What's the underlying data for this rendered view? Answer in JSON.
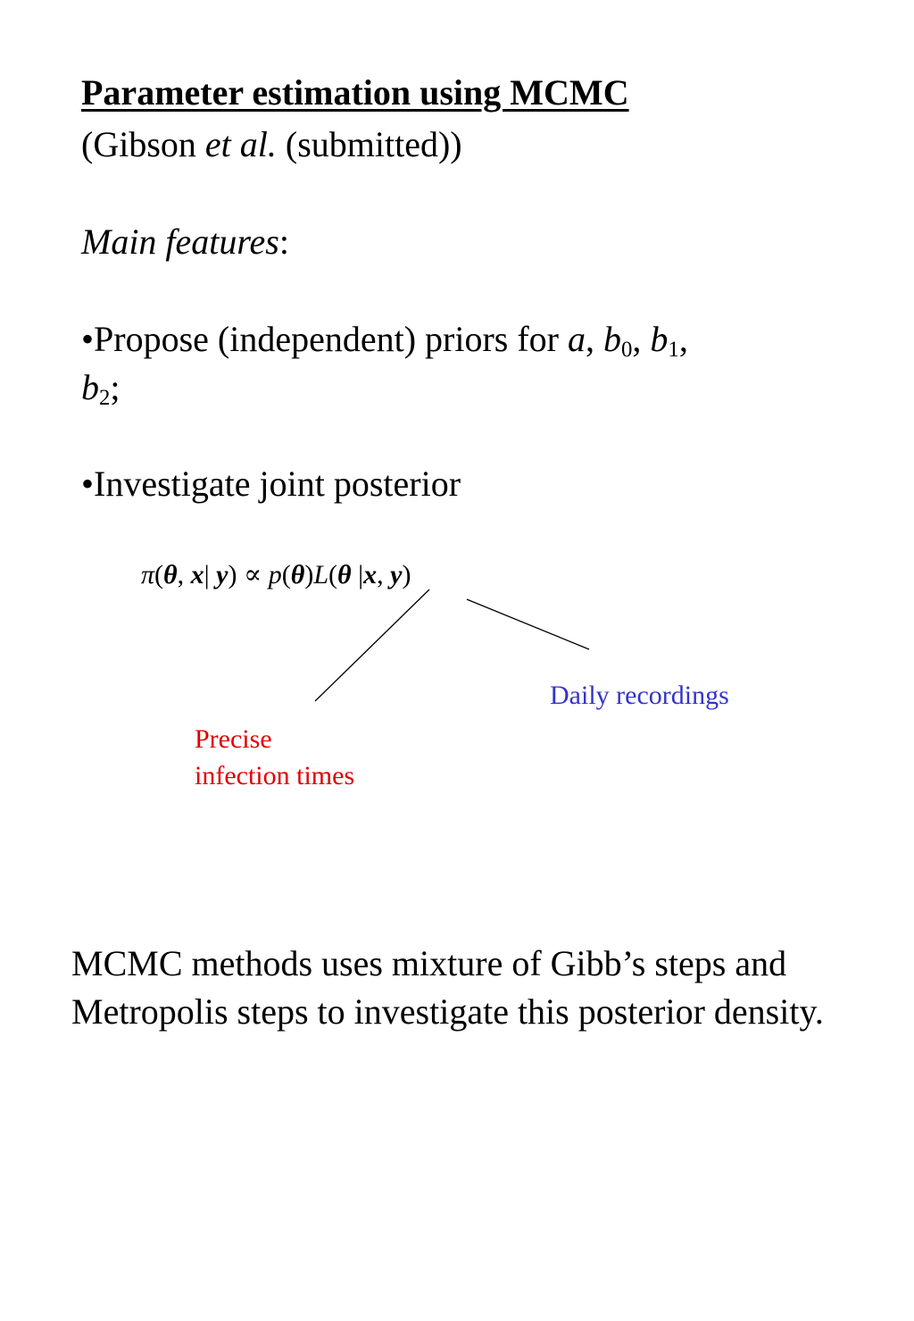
{
  "slide": {
    "title": "Parameter estimation using MCMC",
    "citation": {
      "open": "(Gibson ",
      "etal": "et al.",
      "close": " (submitted))"
    },
    "features_heading": "Main features",
    "features_colon": ":",
    "bullets": [
      {
        "bullet": "•",
        "text_prefix": "Propose (independent) priors for ",
        "params": [
          "a",
          "b",
          "0",
          "b",
          "1",
          "b",
          "2"
        ],
        "sep_comma": ", ",
        "trail_comma": ",",
        "trail_semicolon": ";"
      },
      {
        "bullet": "•",
        "text": "Investigate joint posterior"
      }
    ],
    "equation": {
      "pi": "π",
      "open": "(",
      "theta": "θ",
      "comma": ", ",
      "x": "x",
      "bar": "|",
      "y": "y",
      "close": ")",
      "propto": " ∝ ",
      "p": "p",
      "L": "L"
    },
    "annotations": {
      "daily": "Daily recordings",
      "daily_color": "#3333cc",
      "precise_line1": "Precise",
      "precise_line2": "infection times",
      "precise_color": "#e00000"
    },
    "summary": "MCMC methods uses mixture of Gibb’s steps and Metropolis steps to investigate this posterior density."
  }
}
